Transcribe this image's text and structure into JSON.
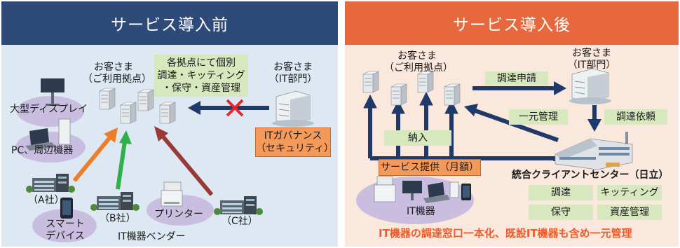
{
  "before": {
    "title": "サービス導入前",
    "customer_sites": [
      "お客さま",
      "（ご利用拠点）"
    ],
    "customer_it": [
      "お客さま",
      "（IT部門）"
    ],
    "procurement_note": [
      "各拠点にて個別",
      "調達・キッティング",
      "・保守・資産管理"
    ],
    "governance": [
      "ITガバナンス",
      "（セキュリティ）"
    ],
    "large_display": "大型ディスプレイ",
    "pc_peripherals": "PC、周辺機器",
    "company_a": "（A社）",
    "company_b": "（B社）",
    "company_c": "（C社）",
    "smart_device": [
      "スマート",
      "デバイス"
    ],
    "printer": "プリンター",
    "vendors": "IT機器ベンダー"
  },
  "after": {
    "title": "サービス導入後",
    "customer_sites": [
      "お客さま",
      "（ご利用拠点）"
    ],
    "customer_it": [
      "お客さま",
      "（IT部門）"
    ],
    "procurement_request": "調達申請",
    "unified_management": "一元管理",
    "procurement_order": "調達依頼",
    "delivery": "納入",
    "service_provision": "サービス提供（月額）",
    "it_equipment": "IT機器",
    "client_center": "統合クライアントセンター（日立）",
    "center_services": [
      "調達",
      "キッティング",
      "保守",
      "資産管理"
    ],
    "summary": "IT機器の調達窓口一本化、既設IT機器も含め一元管理"
  },
  "colors": {
    "before_header": "#2e4a78",
    "after_header": "#e8683d",
    "arrow_navy": "#1f3a68",
    "arrow_orange": "#ee7d2a",
    "arrow_green": "#2fb04a",
    "arrow_darkred": "#9a3a36",
    "cross_red": "#e8262a",
    "ellipse_purple": "#c9bde0",
    "box_green": "#d7e8bf",
    "box_orange": "#f39a5a",
    "summary_text": "#ef5a28"
  },
  "icons": [
    "server-tower-icon",
    "office-building-icon",
    "laptop-icon",
    "smartphone-icon",
    "printer-icon",
    "display-icon",
    "factory-icon",
    "cross-icon"
  ]
}
